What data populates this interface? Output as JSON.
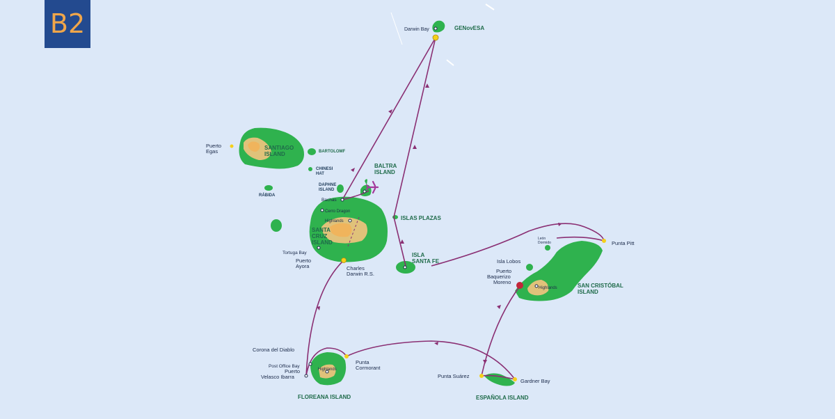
{
  "badge": "B2",
  "colors": {
    "sea": "#dce8f8",
    "land": "#2fb24e",
    "highland": "#e0c27a",
    "route": "#8a2f73",
    "stop": "#f5d01a",
    "port": "#c2263a",
    "badge_bg": "#234a8f",
    "badge_text": "#f0a64a"
  },
  "icons": {
    "airport": "airplane-icon"
  },
  "islands": {
    "genovesa": "GENovESA",
    "santiago_1": "SANTIAGO",
    "santiago_2": "ISLAND",
    "bartolome": "BARTOLOMF",
    "chinese_hat_1": "CHINESI",
    "chinese_hat_2": "HAT",
    "daphne_1": "DAPHNE",
    "daphne_2": "ISLAND",
    "rabida": "RÁBIDA",
    "baltra_1": "BALTRA",
    "baltra_2": "ISLAND",
    "santa_cruz_1": "SANTA",
    "santa_cruz_2": "CRUZ",
    "santa_cruz_3": "ISLAND",
    "islas_plazas": "ISLAS PLAZAS",
    "santa_fe_1": "ISLA",
    "santa_fe_2": "SANTA FE",
    "san_cristobal_1": "SAN CRISTÓBAL",
    "san_cristobal_2": "ISLAND",
    "floreana": "FLOREANA ISLAND",
    "espanola": "ESPAÑOLA ISLAND"
  },
  "places": {
    "darwin_bay": "Darwin Bay",
    "puerto_egas_1": "Puerto",
    "puerto_egas_2": "Egas",
    "bachas": "Bachas",
    "cerro_dragon": "Cerro Dragon",
    "highlands_sc": "Highlands",
    "tortuga_bay": "Tortuga Bay",
    "puerto_ayora_1": "Puerto",
    "puerto_ayora_2": "Ayora",
    "charles_darwin_1": "Charles",
    "charles_darwin_2": "Darwin R.S.",
    "leon_dormido_1": "León",
    "leon_dormido_2": "Dormido",
    "punta_pitt": "Punta Pitt",
    "isla_lobos": "Isla Lobos",
    "puerto_baquerizo_1": "Puerto",
    "puerto_baquerizo_2": "Baquerizo",
    "puerto_baquerizo_3": "Moreno",
    "highlands_scr": "Highlands",
    "corona_del_diablo": "Corona del Diablo",
    "post_office_bay": "Post Office Bay",
    "puerto_velasco_1": "Puerto",
    "puerto_velasco_2": "Velasco Ibarra",
    "highlands_fl": "Highlands",
    "punta_cormorant_1": "Punta",
    "punta_cormorant_2": "Cormorant",
    "punta_suarez": "Punta Suárez",
    "gardner_bay": "Gardner Bay"
  }
}
